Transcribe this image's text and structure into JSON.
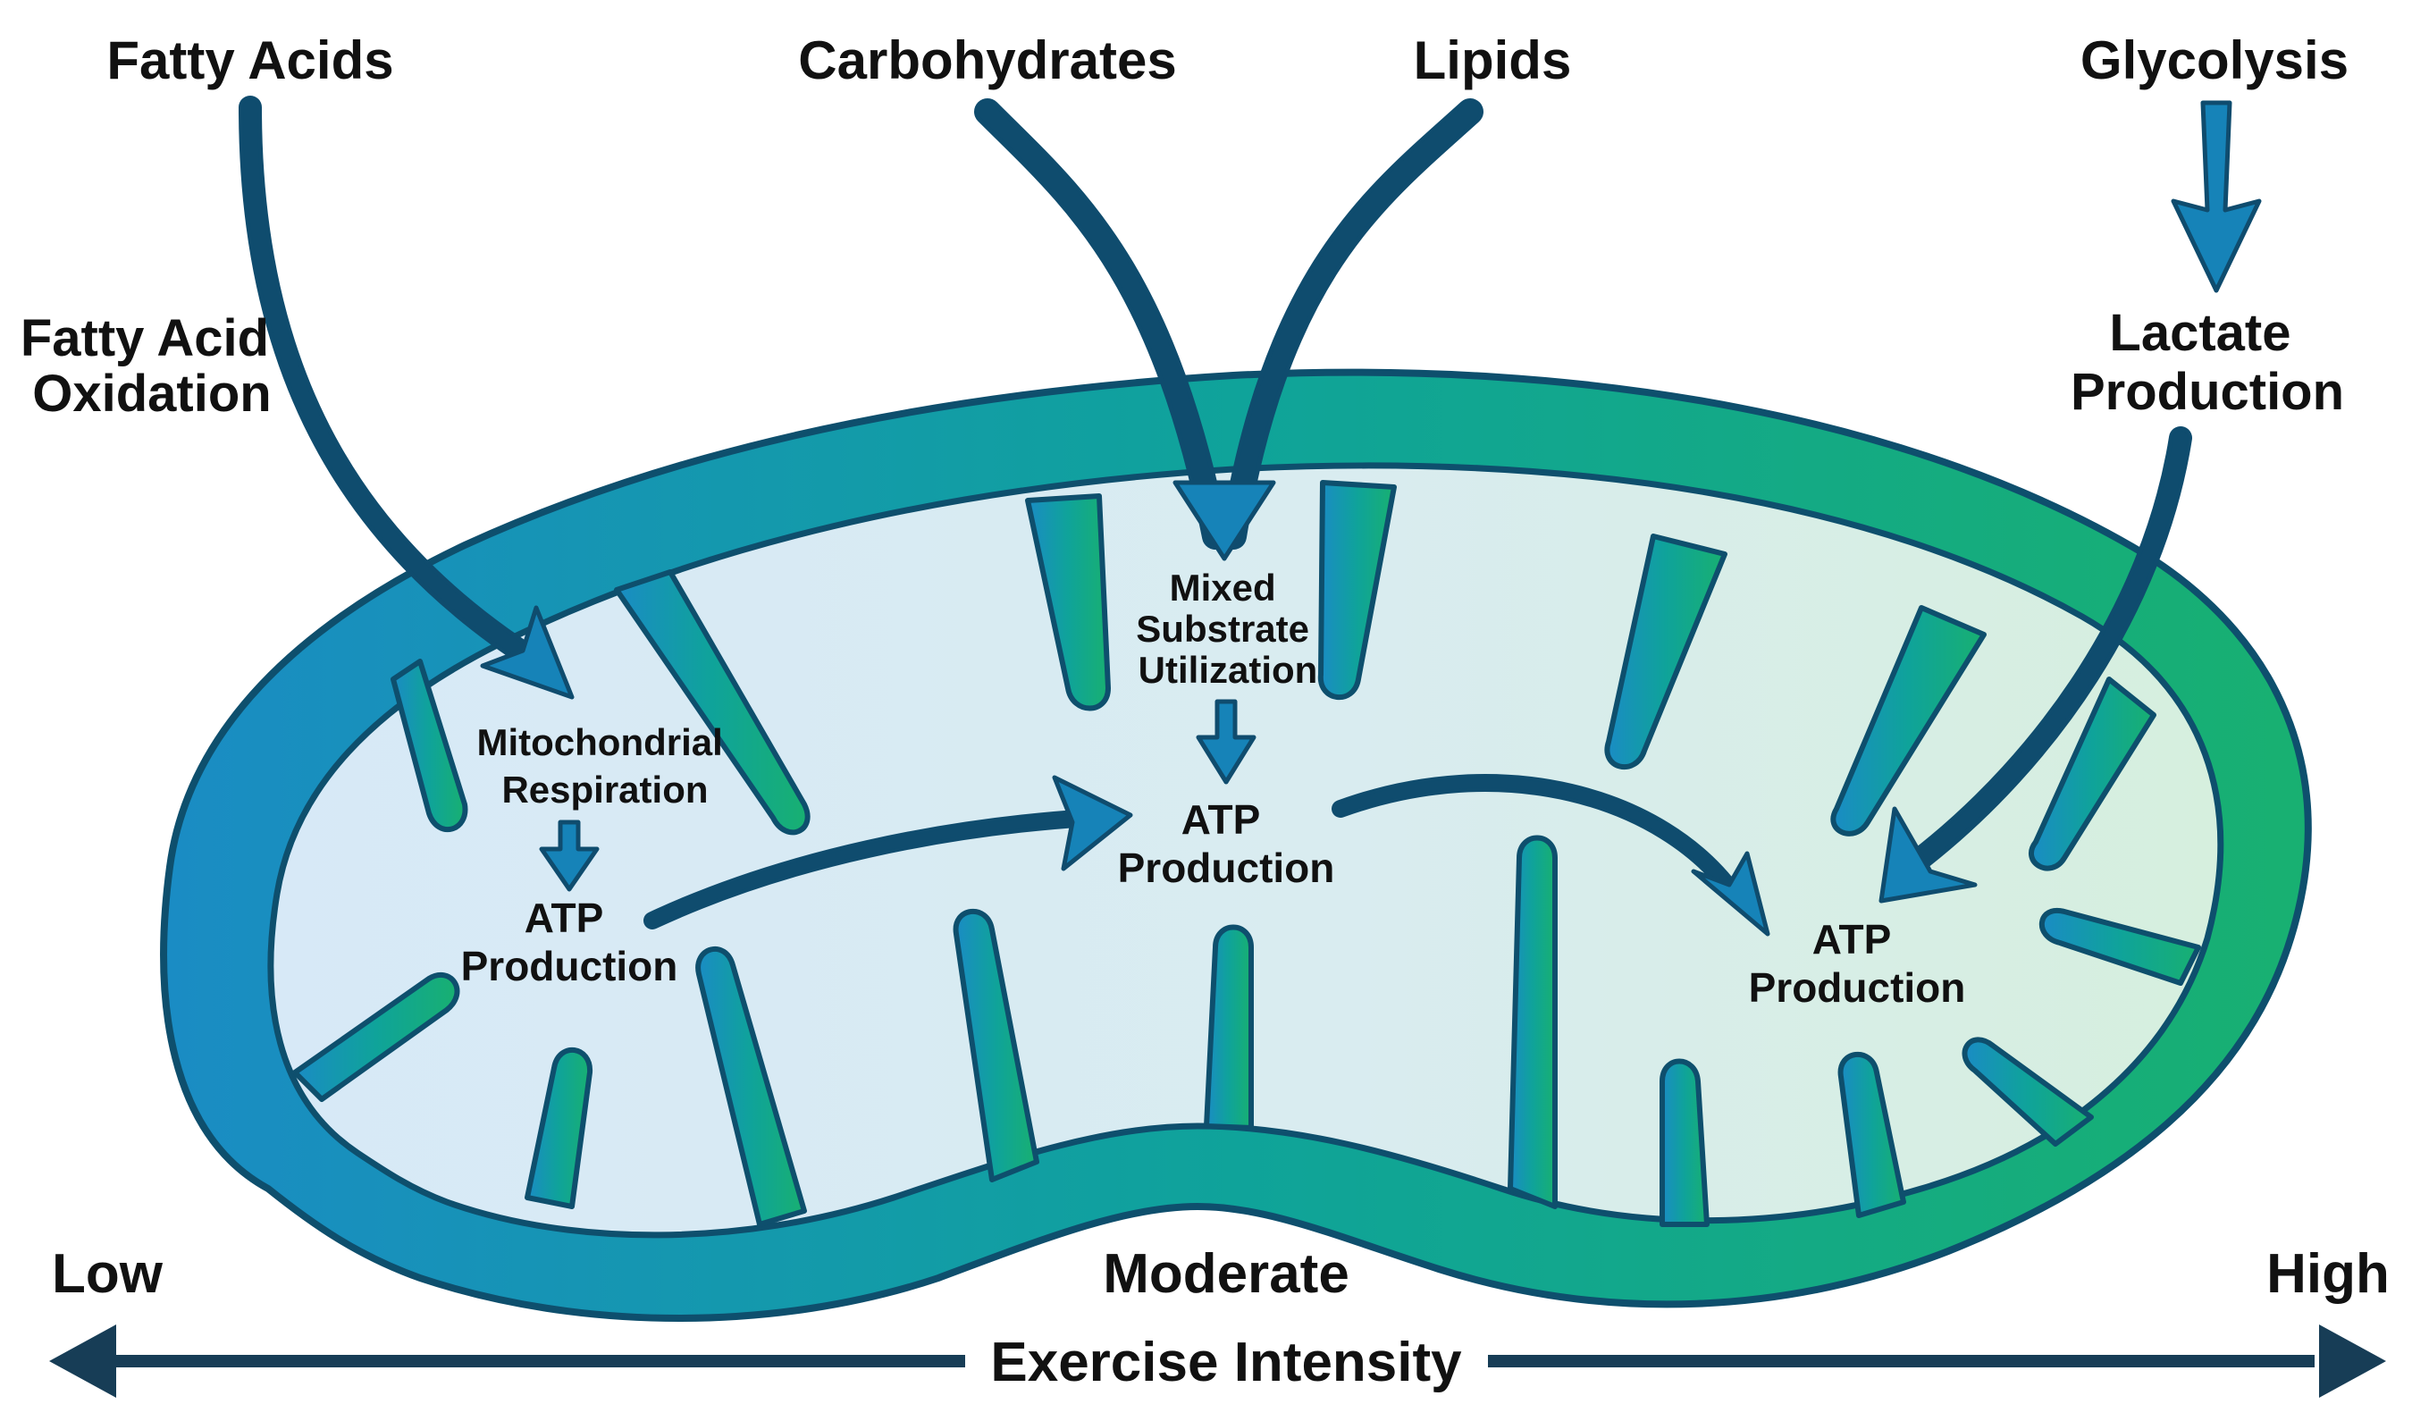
{
  "labels": {
    "fatty_acids": "Fatty Acids",
    "carbohydrates": "Carbohydrates",
    "lipids": "Lipids",
    "glycolysis": "Glycolysis",
    "fatty_acid_oxidation": [
      "Fatty Acid",
      "Oxidation"
    ],
    "lactate_production": [
      "Lactate",
      "Production"
    ],
    "mitochondrial_respiration": [
      "Mitochondrial",
      "Respiration"
    ],
    "mixed_substrate": [
      "Mixed",
      "Substrate",
      "Utilization"
    ],
    "atp_left": [
      "ATP",
      "Production"
    ],
    "atp_center": [
      "ATP",
      "Production"
    ],
    "atp_right": [
      "ATP",
      "Production"
    ]
  },
  "axis": {
    "low": "Low",
    "moderate": "Moderate",
    "high": "High",
    "title": "Exercise Intensity"
  },
  "colors": {
    "outer_left": "#1a8cc4",
    "outer_mid": "#0fa39a",
    "outer_right": "#18b071",
    "inner_left": "#d7e9f7",
    "inner_right": "#d6efde",
    "outline": "#0e4f6d",
    "arrow": "#1683b8",
    "axis_arrow": "#173d56"
  }
}
